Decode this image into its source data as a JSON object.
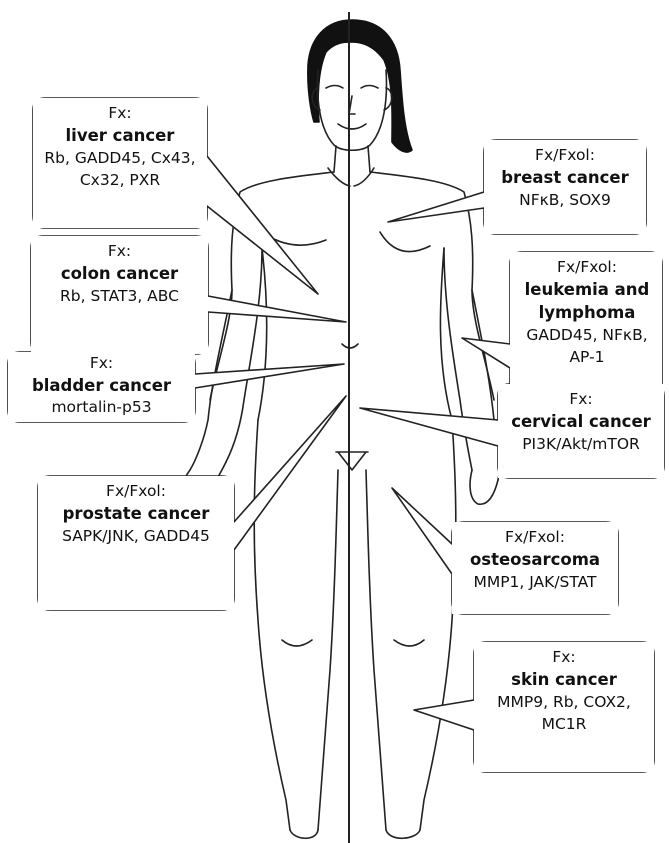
{
  "callouts": [
    {
      "id": "liver",
      "agent": "Fx:",
      "cancer": "liver cancer",
      "targets": "Rb, GADD45, Cx43, Cx32, PXR"
    },
    {
      "id": "colon",
      "agent": "Fx:",
      "cancer": "colon cancer",
      "targets": "Rb, STAT3, ABC"
    },
    {
      "id": "bladder",
      "agent": "Fx:",
      "cancer": "bladder cancer",
      "targets": "mortalin-p53"
    },
    {
      "id": "prostate",
      "agent": "Fx/Fxol:",
      "cancer": "prostate cancer",
      "targets": "SAPK/JNK, GADD45"
    },
    {
      "id": "breast",
      "agent": "Fx/Fxol:",
      "cancer": "breast cancer",
      "targets": "NFκB, SOX9"
    },
    {
      "id": "leukemia",
      "agent": "Fx/Fxol:",
      "cancer": "leukemia and lymphoma",
      "targets": "GADD45, NFκB, AP-1"
    },
    {
      "id": "cervical",
      "agent": "Fx:",
      "cancer": "cervical cancer",
      "targets": "PI3K/Akt/mTOR"
    },
    {
      "id": "osteosarcoma",
      "agent": "Fx/Fxol:",
      "cancer": "osteosarcoma",
      "targets": "MMP1, JAK/STAT"
    },
    {
      "id": "skin",
      "agent": "Fx:",
      "cancer": "skin cancer",
      "targets": "MMP9, Rb, COX2, MC1R"
    }
  ]
}
